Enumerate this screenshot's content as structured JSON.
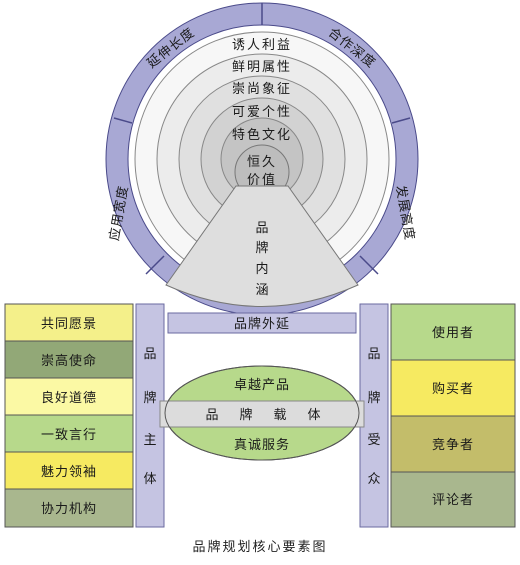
{
  "outer_ring": {
    "top_left": "延伸长度",
    "top_right": "合作深度",
    "left": "应用宽度",
    "right": "发展高度",
    "bottom": "品牌外延"
  },
  "inner_rings": [
    "诱人利益",
    "鲜明属性",
    "崇尚象征",
    "可爱个性",
    "特色文化"
  ],
  "core": [
    "恒久",
    "价值"
  ],
  "wedge": [
    "品",
    "牌",
    "内",
    "涵"
  ],
  "left_column": {
    "title": [
      "品",
      "牌",
      "主",
      "体"
    ],
    "items": [
      {
        "label": "共同愿景",
        "color": "#f4f08a"
      },
      {
        "label": "崇高使命",
        "color": "#92a877"
      },
      {
        "label": "良好道德",
        "color": "#fbf9a4"
      },
      {
        "label": "一致言行",
        "color": "#b7d98b"
      },
      {
        "label": "魅力领袖",
        "color": "#f6ea61"
      },
      {
        "label": "协力机构",
        "color": "#a9b78e"
      }
    ]
  },
  "right_column": {
    "title": [
      "品",
      "牌",
      "受",
      "众"
    ],
    "items": [
      {
        "label": "使用者",
        "color": "#b7d98b"
      },
      {
        "label": "购买者",
        "color": "#f6ea61"
      },
      {
        "label": "竞争者",
        "color": "#c3bd6a"
      },
      {
        "label": "评论者",
        "color": "#a9b78e"
      }
    ]
  },
  "carrier": {
    "top": "卓越产品",
    "middle": [
      "品",
      "牌",
      "载",
      "体"
    ],
    "bottom": "真诚服务"
  },
  "caption": "品牌规划核心要素图",
  "colors": {
    "ring_fill": "#a8a8d4",
    "ring_stroke": "#4a4a8a",
    "bar_fill": "#c5c4e2",
    "ellipse_fill": "#b7d98b",
    "band_fill": "#dcdcdc"
  }
}
